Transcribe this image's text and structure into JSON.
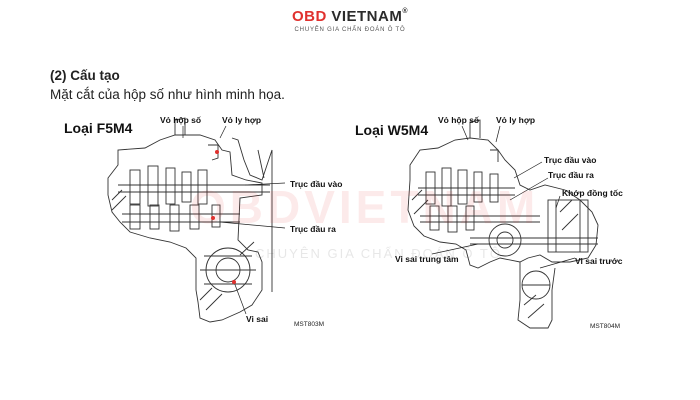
{
  "header": {
    "logo_part1": "OBD",
    "logo_part2": "VIETNAM",
    "logo_reg": "®",
    "logo_tagline": "CHUYÊN GIA CHẨN ĐOÁN Ô TÔ"
  },
  "section": {
    "heading": "(2) Cấu tạo",
    "description": "Mặt cắt của hộp số như hình minh họa."
  },
  "diagram_left": {
    "type_label": "Loại F5M4",
    "labels": {
      "gear_case": "Vỏ hộp số",
      "clutch_case": "Vỏ ly hợp",
      "input_shaft": "Trục đầu vào",
      "output_shaft": "Trục đầu ra",
      "differential": "Vi sai"
    },
    "code": "MST803M"
  },
  "diagram_right": {
    "type_label": "Loại W5M4",
    "labels": {
      "gear_case": "Vỏ hộp số",
      "clutch_case": "Vỏ ly hợp",
      "input_shaft": "Trục đầu vào",
      "output_shaft": "Trục đầu ra",
      "cv_joint": "Khớp đồng tốc",
      "center_diff": "Vi sai trung tâm",
      "front_diff": "Vi sai trước"
    },
    "code": "MST804M"
  },
  "watermark": {
    "text_main": "OBDVIETNAM",
    "text_sub": "CHUYÊN GIA CHẨN ĐOÁN Ô TÔ"
  }
}
